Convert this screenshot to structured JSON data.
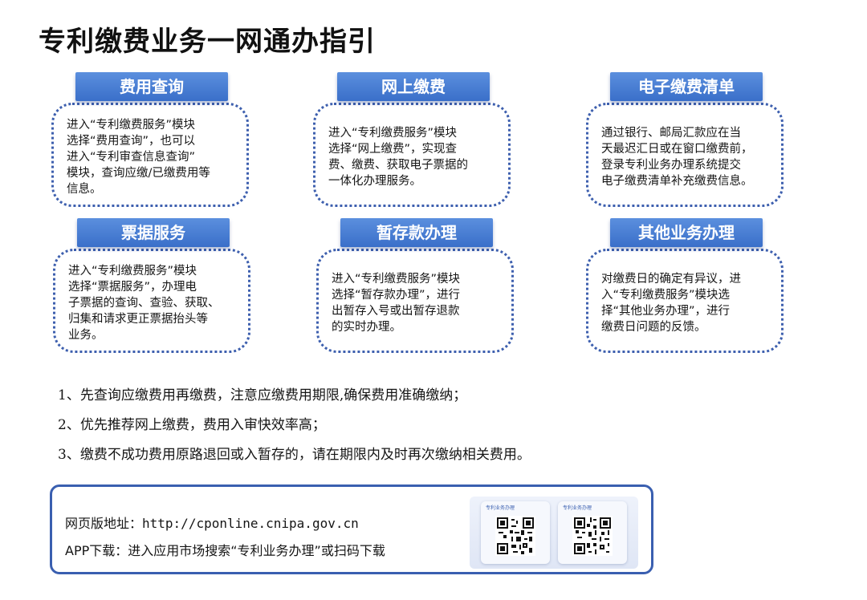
{
  "title": "专利缴费业务一网通办指引",
  "cards": [
    {
      "label": "费用查询",
      "lines": [
        "进入“专利缴费服务”模块",
        "选择“费用查询”，也可以",
        "进入“专利审查信息查询”",
        "模块，查询应缴/已缴费用等",
        "信息。"
      ]
    },
    {
      "label": "网上缴费",
      "lines": [
        "进入“专利缴费服务”模块",
        "选择“网上缴费”，实现查",
        "费、缴费、获取电子票据的",
        "一体化办理服务。"
      ]
    },
    {
      "label": "电子缴费清单",
      "lines": [
        "通过银行、邮局汇款应在当",
        "天最迟汇日或在窗口缴费前，",
        "登录专利业务办理系统提交",
        "电子缴费清单补充缴费信息。"
      ]
    },
    {
      "label": "票据服务",
      "lines": [
        "进入“专利缴费服务”模块",
        "选择“票据服务”，办理电",
        "子票据的查询、查验、获取、",
        "归集和请求更正票据抬头等",
        "业务。"
      ]
    },
    {
      "label": "暂存款办理",
      "lines": [
        "进入“专利缴费服务”模块",
        "选择“暂存款办理”，进行",
        "出暂存入号或出暂存退款",
        "的实时办理。"
      ]
    },
    {
      "label": "其他业务办理",
      "lines": [
        "对缴费日的确定有异议，进",
        "入“专利缴费服务”模块选",
        "择“其他业务办理”，进行",
        "缴费日问题的反馈。"
      ]
    }
  ],
  "notes": [
    "1、先查询应缴费用再缴费，注意应缴费用期限,确保费用准确缴纳；",
    "2、优先推荐网上缴费，费用入审快效率高；",
    "3、缴费不成功费用原路退回或入暂存的，请在期限内及时再次缴纳相关费用。"
  ],
  "info": {
    "web_label": "网页版地址：",
    "web_url": "http://cponline.cnipa.gov.cn",
    "app_text": "APP下载：进入应用市场搜索“专利业务办理”或扫码下载"
  },
  "qr": {
    "card1_label": "专利业务办理",
    "card2_label": "专利业务办理"
  },
  "colors": {
    "tab_blue": "#3a6fc9",
    "border_blue": "#3d5fae"
  }
}
